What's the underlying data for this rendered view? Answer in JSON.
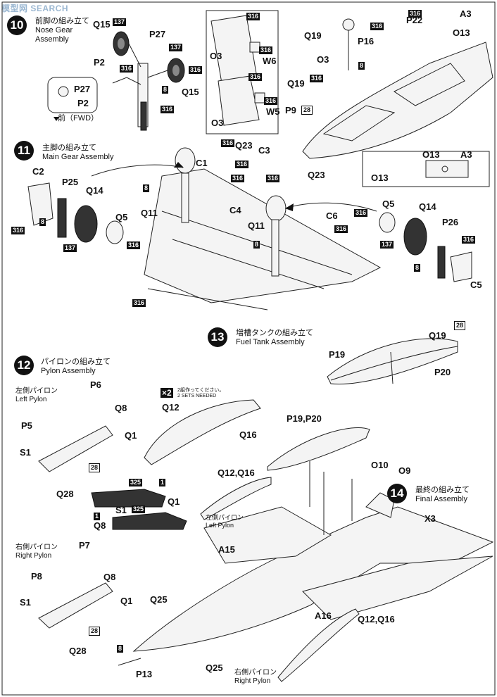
{
  "watermark": "模型网 SEARCH",
  "steps": {
    "s10": {
      "num": "10",
      "jp": "前脚の組み立て",
      "en": "Nose Gear\nAssembly"
    },
    "s11": {
      "num": "11",
      "jp": "主脚の組み立て",
      "en": "Main Gear Assembly"
    },
    "s12": {
      "num": "12",
      "jp": "パイロンの組み立て",
      "en": "Pylon Assembly"
    },
    "s13": {
      "num": "13",
      "jp": "増槽タンクの組み立て",
      "en": "Fuel Tank Assembly"
    },
    "s14": {
      "num": "14",
      "jp": "最終の組み立て",
      "en": "Final Assembly"
    }
  },
  "fwd": "前（FWD）",
  "x2": {
    "mark": "×2",
    "jp": "2組作ってください。",
    "en": "2 SETS NEEDED"
  },
  "left_pylon": {
    "jp": "左側パイロン",
    "en": "Left Pylon"
  },
  "right_pylon": {
    "jp": "右側パイロン",
    "en": "Right Pylon"
  },
  "left_pylon_2": {
    "jp": "左側パイロン",
    "en": "Left Pylon"
  },
  "right_pylon_2": {
    "jp": "右側パイロン",
    "en": "Right Pylon"
  },
  "parts": {
    "q15a": "Q15",
    "p27a": "P27",
    "p2a": "P2",
    "p27b": "P27",
    "p2b": "P2",
    "q15b": "Q15",
    "o3a": "O3",
    "w6": "W6",
    "o3b": "O3",
    "w5": "W5",
    "q19a": "Q19",
    "p16": "P16",
    "p22": "P22",
    "a3a": "A3",
    "o13a": "O13",
    "o3c": "O3",
    "q19b": "Q19",
    "p9": "P9",
    "o13b": "O13",
    "o13c": "O13",
    "a3b": "A3",
    "c2": "C2",
    "p25": "P25",
    "q14a": "Q14",
    "q5a": "Q5",
    "c1": "C1",
    "q23a": "Q23",
    "c3": "C3",
    "q11a": "Q11",
    "c4": "C4",
    "q23b": "Q23",
    "q11b": "Q11",
    "c6": "C6",
    "q5b": "Q5",
    "q14b": "Q14",
    "p26": "P26",
    "c5": "C5",
    "q19c": "Q19",
    "p19": "P19",
    "p20": "P20",
    "p6": "P6",
    "q8a": "Q8",
    "p5": "P5",
    "q1a": "Q1",
    "s1a": "S1",
    "q28a": "Q28",
    "q1b": "Q1",
    "s1b": "S1",
    "q8b": "Q8",
    "q12": "Q12",
    "q16": "Q16",
    "p19p20": "P19,P20",
    "o10": "O10",
    "o9": "O9",
    "q12q16a": "Q12,Q16",
    "x3": "X3",
    "a15": "A15",
    "a16": "A16",
    "q12q16b": "Q12,Q16",
    "p7": "P7",
    "p8": "P8",
    "q8c": "Q8",
    "q1c": "Q1",
    "s1c": "S1",
    "q28b": "Q28",
    "q25a": "Q25",
    "q25b": "Q25",
    "p13": "P13"
  },
  "badges": {
    "b316": "316",
    "b137": "137",
    "b8": "8",
    "b28": "28",
    "b325": "325",
    "b1": "1"
  }
}
